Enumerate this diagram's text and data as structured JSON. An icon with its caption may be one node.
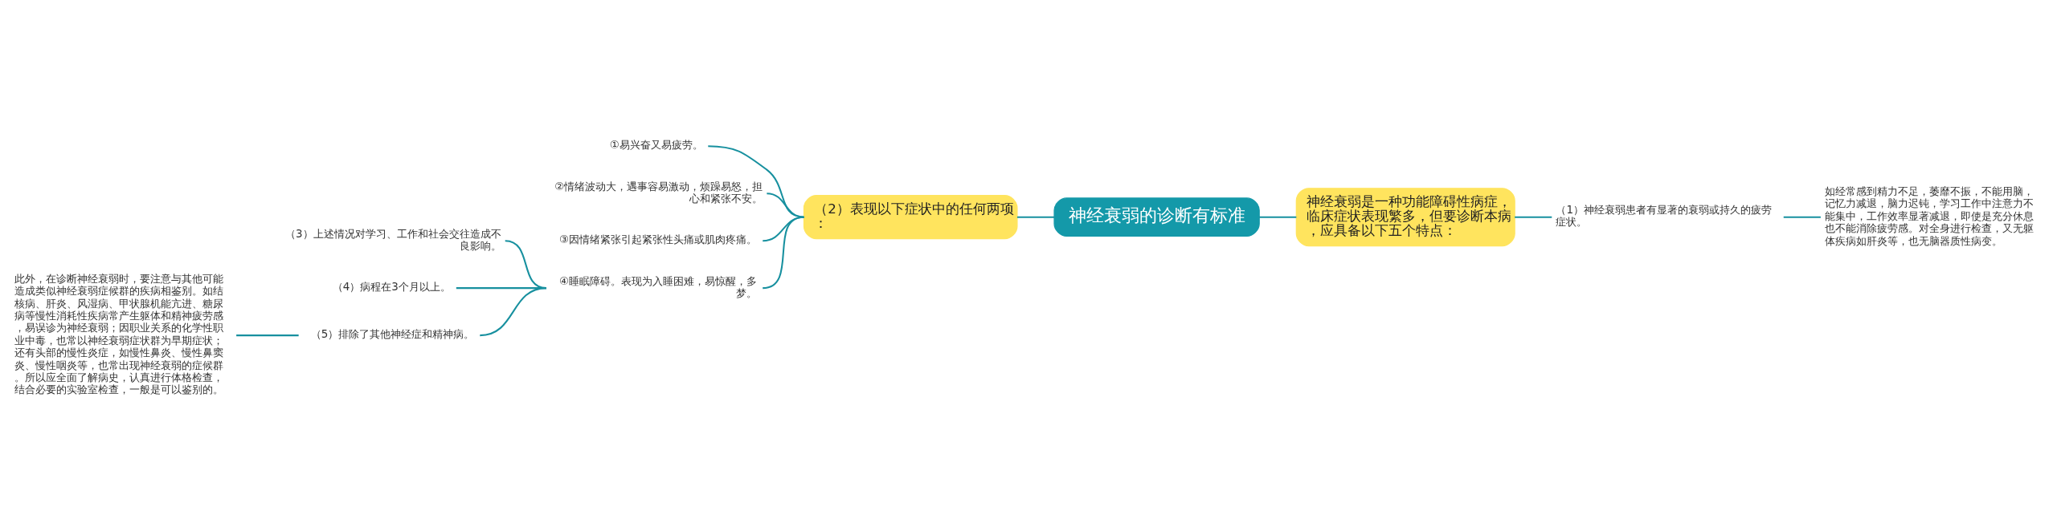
{
  "diagram": {
    "nodes": [
      {
        "text": [
          "神经衰弱的诊断有标准"
        ]
      },
      {
        "text": [
          "神经衰弱是一种功能障碍性病症，临床症状表现繁多，但要诊断本病，应具备以下五个特点："
        ]
      },
      {
        "text": [
          "（1）神经衰弱患者有显著的衰弱或持久的疲劳症状。"
        ]
      },
      {
        "text": [
          "如经常感到精力不足，萎靡不振，不能用脑，记忆力减退，脑力迟钝，学习工作中注意力不能集中，工作效率显著减退，即使是充分休息也不能消除疲劳感。对全身进行检查，又无躯体疾病如肝炎等，也无脑器质性病变。"
        ]
      },
      {
        "text": [
          "（2）表现以下症状中的任何两项："
        ]
      },
      {
        "text": [
          "①易兴奋又易疲劳。"
        ]
      },
      {
        "text": [
          "②情绪波动大，遇事容易激动，烦躁易怒，担心和紧张不安。"
        ]
      },
      {
        "text": [
          "③因情绪紧张引起紧张性头痛或肌肉疼痛。"
        ]
      },
      {
        "text": [
          "④睡眠障碍。表现为入睡困难，易惊醒，多梦。"
        ]
      },
      {
        "text": [
          "（3）上述情况对学习、工作和社会交往造成不良影响。"
        ]
      },
      {
        "text": [
          "（4）病程在3个月以上。"
        ]
      },
      {
        "text": [
          "（5）排除了其他神经症和精神病。"
        ]
      },
      {
        "text": [
          "此外，在诊断神经衰弱时，要注意与其他可能造成类似神经衰弱症候群的疾病相鉴别。如结核病、肝炎、风湿病、甲状腺机能亢进、糖尿病等慢性消耗性疾病常产生躯体和精神疲劳感，易误诊为神经衰弱；因职业关系的化学性职业中毒，也常以神经衰弱症状群为早期症状；还有头部的慢性炎症，如慢性鼻炎、慢性鼻窦炎、慢性咽炎等，也常出现神经衰弱的症候群。所以应全面了解病史，认真进行体格检查，结合必要的实验室检查，一般是可以鉴别的。"
        ]
      }
    ],
    "edges": [
      {
        "from": 0,
        "to": 1,
        "arrow": "none"
      },
      {
        "from": 1,
        "to": 2,
        "arrow": "none"
      },
      {
        "from": 2,
        "to": 3,
        "arrow": "none"
      },
      {
        "from": 4,
        "to": 0,
        "arrow": "none"
      },
      {
        "from": 5,
        "to": 4,
        "arrow": "none"
      },
      {
        "from": 6,
        "to": 4,
        "arrow": "none"
      },
      {
        "from": 7,
        "to": 4,
        "arrow": "none"
      },
      {
        "from": 8,
        "to": 4,
        "arrow": "none"
      },
      {
        "from": 9,
        "to": 8,
        "arrow": "none"
      },
      {
        "from": 10,
        "to": 8,
        "arrow": "none"
      },
      {
        "from": 11,
        "to": 8,
        "arrow": "none"
      },
      {
        "from": 12,
        "to": 11,
        "arrow": "none"
      }
    ]
  }
}
